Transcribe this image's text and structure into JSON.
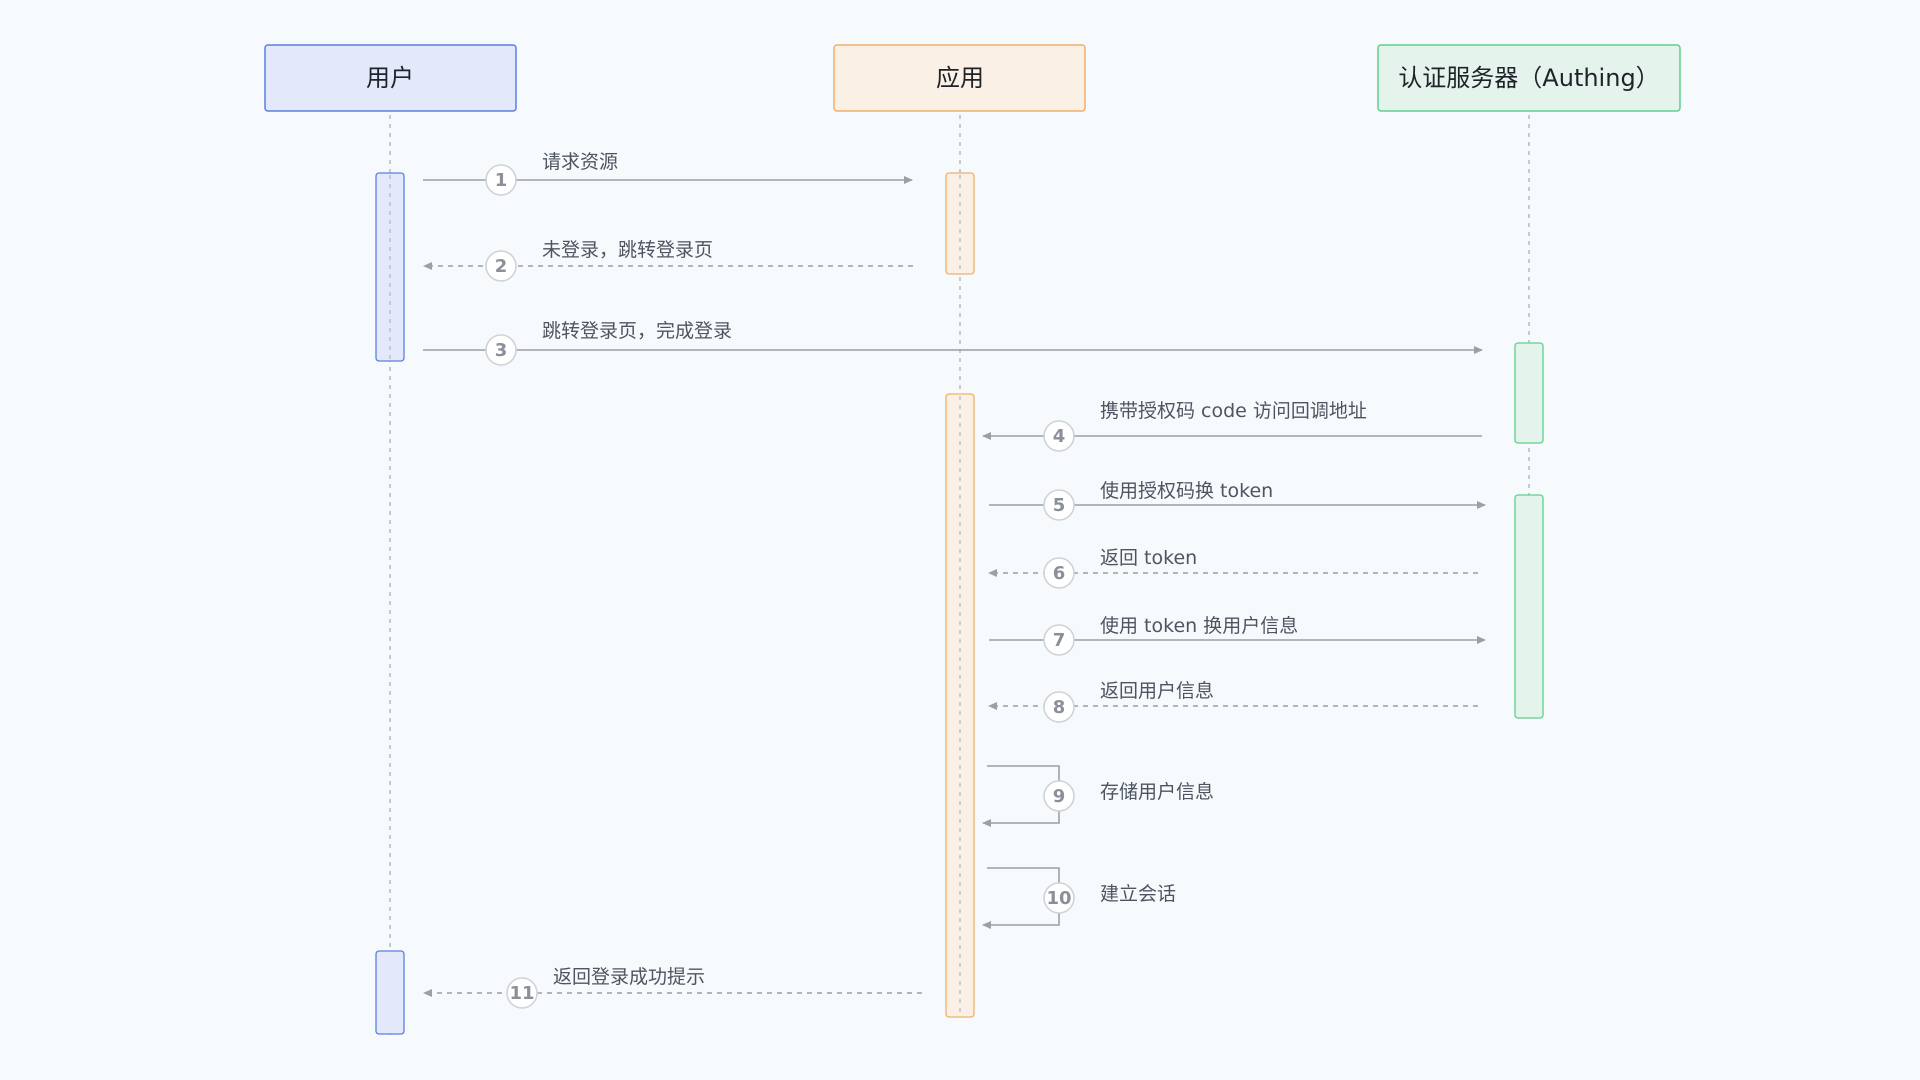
{
  "actors": [
    {
      "id": "user",
      "label": "用户",
      "fill": "#e3e9fb",
      "stroke": "#5b7fe0"
    },
    {
      "id": "app",
      "label": "应用",
      "fill": "#faf0e6",
      "stroke": "#f0b068"
    },
    {
      "id": "auth",
      "label": "认证服务器（Authing）",
      "fill": "#e4f4ec",
      "stroke": "#5fcf8b"
    }
  ],
  "messages": [
    {
      "n": "1",
      "label": "请求资源",
      "from": "user",
      "to": "app",
      "style": "solid"
    },
    {
      "n": "2",
      "label": "未登录，跳转登录页",
      "from": "app",
      "to": "user",
      "style": "dashed"
    },
    {
      "n": "3",
      "label": "跳转登录页，完成登录",
      "from": "user",
      "to": "auth",
      "style": "solid"
    },
    {
      "n": "4",
      "label": "携带授权码 code 访问回调地址",
      "from": "auth",
      "to": "app",
      "style": "solid"
    },
    {
      "n": "5",
      "label": "使用授权码换 token",
      "from": "app",
      "to": "auth",
      "style": "solid"
    },
    {
      "n": "6",
      "label": "返回 token",
      "from": "auth",
      "to": "app",
      "style": "dashed"
    },
    {
      "n": "7",
      "label": "使用 token 换用户信息",
      "from": "app",
      "to": "auth",
      "style": "solid"
    },
    {
      "n": "8",
      "label": "返回用户信息",
      "from": "auth",
      "to": "app",
      "style": "dashed"
    },
    {
      "n": "9",
      "label": "存储用户信息",
      "from": "app",
      "to": "app",
      "style": "self"
    },
    {
      "n": "10",
      "label": "建立会话",
      "from": "app",
      "to": "app",
      "style": "self"
    },
    {
      "n": "11",
      "label": "返回登录成功提示",
      "from": "app",
      "to": "user",
      "style": "dashed"
    }
  ],
  "colors": {
    "line": "#9aa0a8",
    "circle_stroke": "#cfd3d9"
  }
}
